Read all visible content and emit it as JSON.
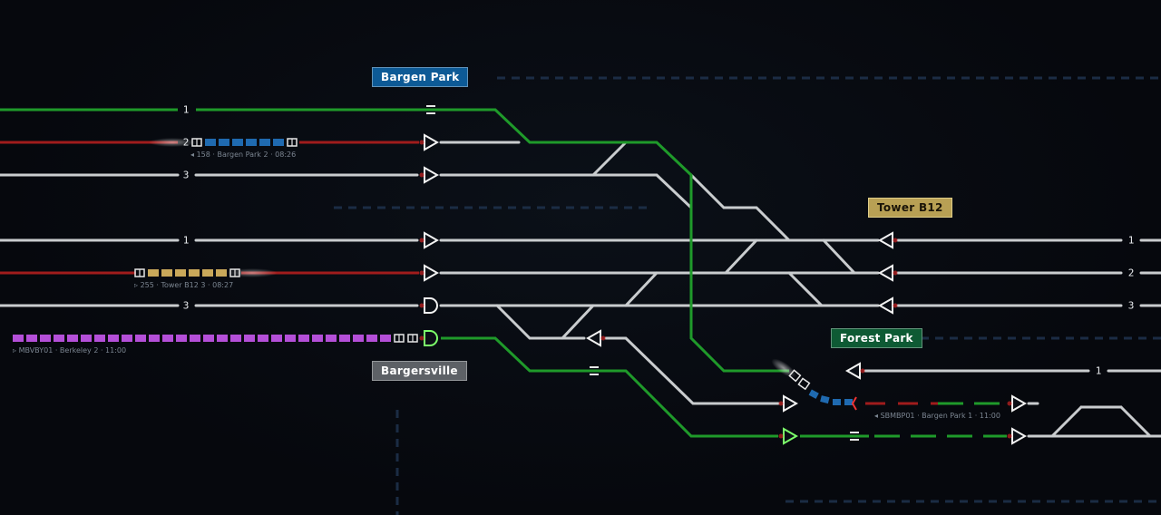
{
  "stations": {
    "bargen_park": "Bargen Park",
    "tower_b12": "Tower B12",
    "forest_park": "Forest Park",
    "bargersville": "Bargersville"
  },
  "track_numbers": {
    "left_1": "1",
    "left_2": "2",
    "left_3": "3",
    "left_4": "1",
    "left_5": "3",
    "right_1": "1",
    "right_2": "2",
    "right_3": "3",
    "right_fp": "1"
  },
  "trains": {
    "t158": "158 · Bargen Park  2 · 08:26",
    "t255": "255 · Tower B12  3 · 08:27",
    "mbvby01": "MBVBY01 · Berkeley  2 · 11:00",
    "sbmbp01": "SBMBP01 · Bargen Park  1 · 11:00"
  },
  "colors": {
    "track_idle": "#c9ccce",
    "track_route": "#1f9a2a",
    "track_blocked": "#a01c1c",
    "train_blue": "#1f6ab0",
    "train_gold": "#c9a85a",
    "train_purple": "#b44fd8",
    "background": "#070a10"
  },
  "icons": [
    "signal-triangle-icon",
    "buffer-stop-icon",
    "direction-arrow-icon"
  ]
}
